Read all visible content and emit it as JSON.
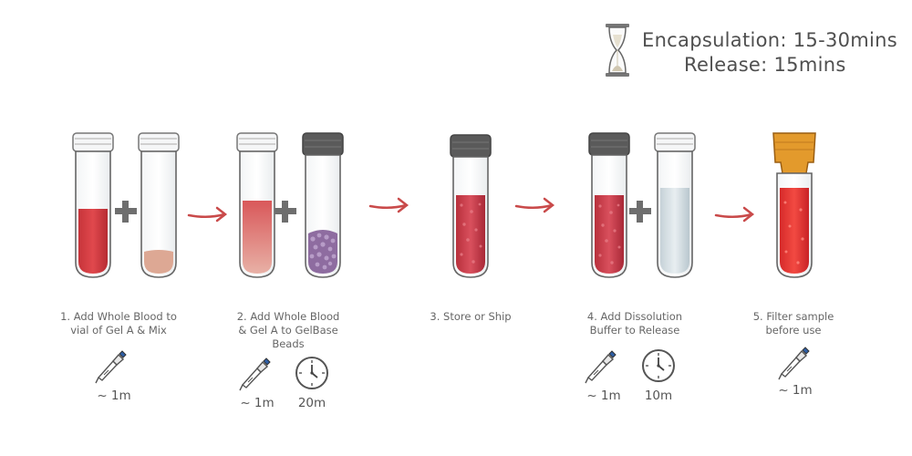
{
  "header": {
    "encapsulation": "Encapsulation: 15-30mins",
    "release": "Release: 15mins"
  },
  "steps": [
    {
      "caption": "1. Add Whole Blood to\nvial of Gel A & Mix",
      "pipette_time": "~ 1m"
    },
    {
      "caption": "2. Add Whole Blood\n& Gel A to GelBase\nBeads",
      "pipette_time": "~ 1m",
      "clock_time": "20m"
    },
    {
      "caption": "3.  Store or Ship"
    },
    {
      "caption": "4. Add Dissolution\nBuffer to Release",
      "pipette_time": "~ 1m",
      "clock_time": "10m"
    },
    {
      "caption": "5. Filter sample\nbefore use",
      "pipette_time": "~ 1m"
    }
  ],
  "colors": {
    "blood": "#d0353a",
    "arrow": "#c94a4a",
    "cap_dark": "#555555",
    "cap_orange": "#e39a2c",
    "bead": "#8e6ca0",
    "buffer": "#d4dde2"
  }
}
